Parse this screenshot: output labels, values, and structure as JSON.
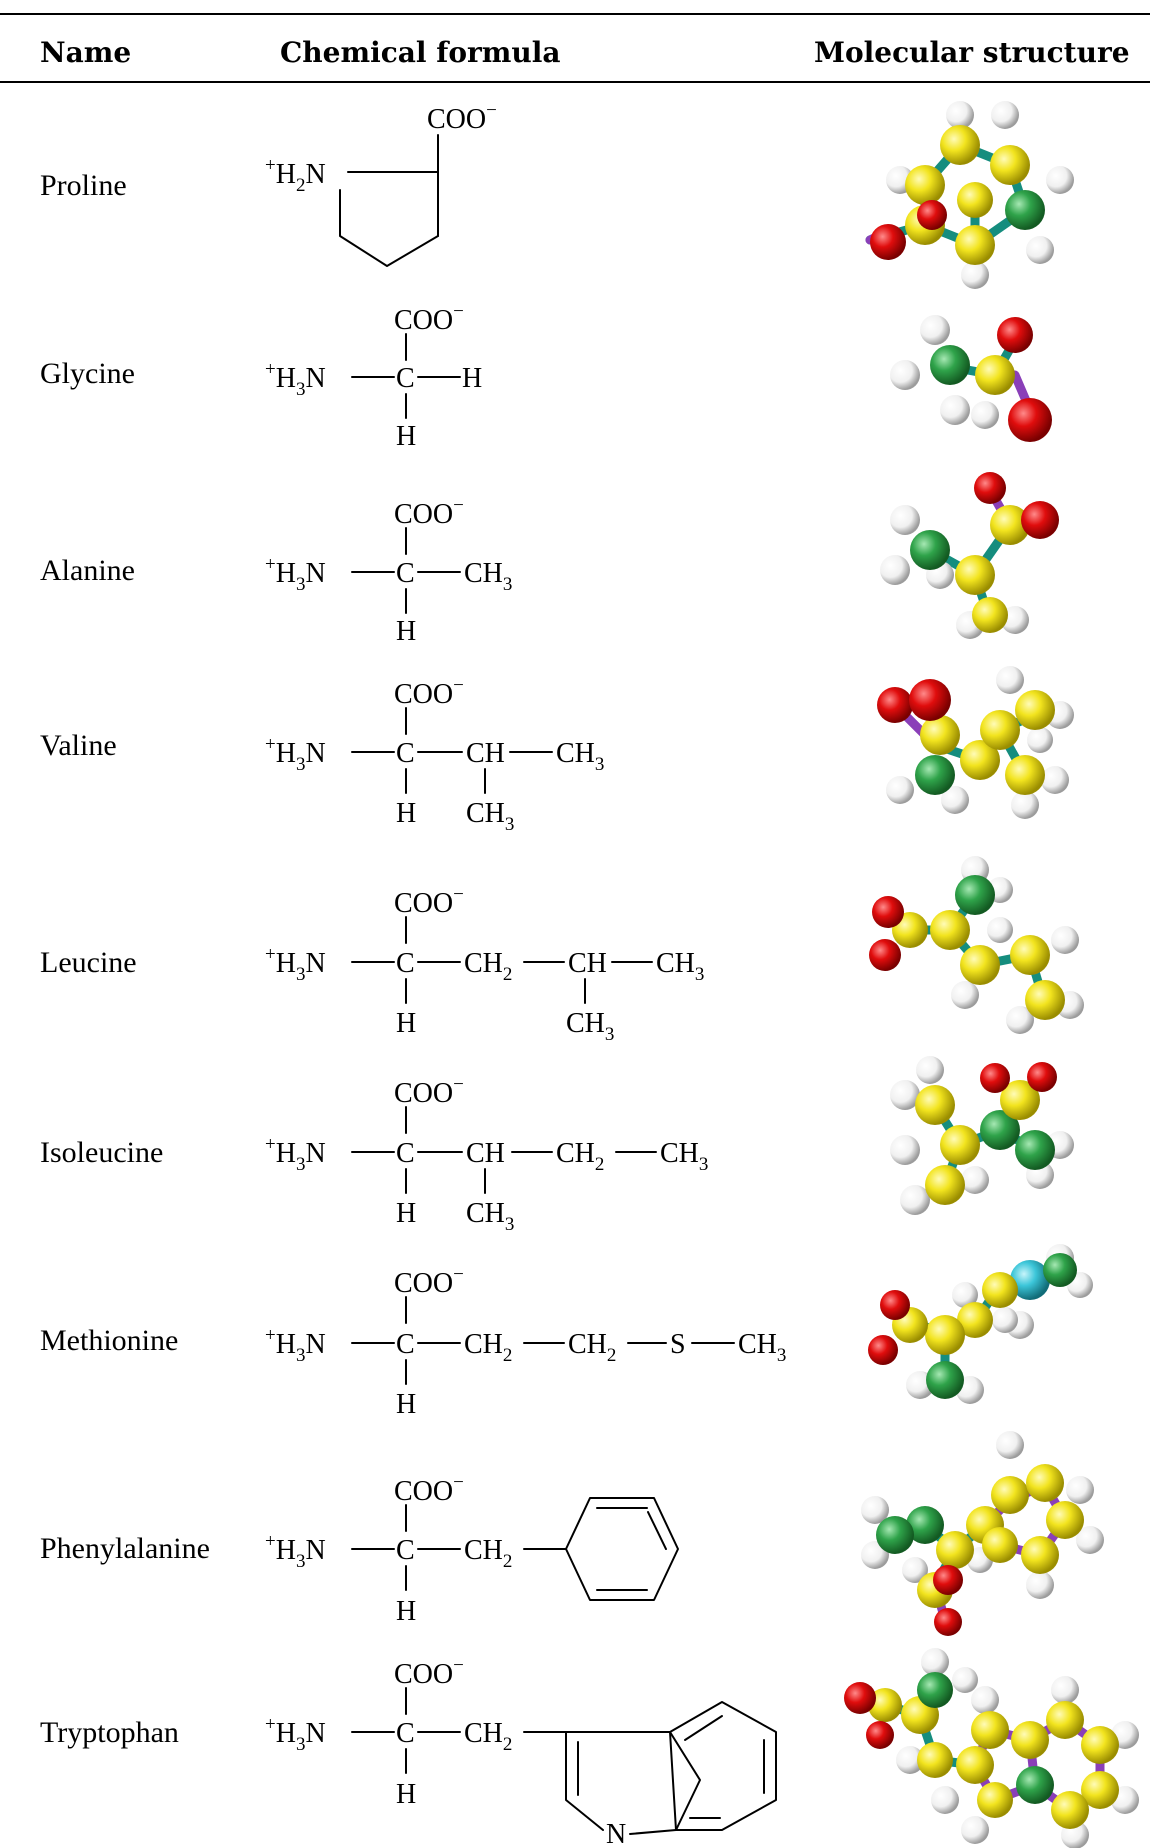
{
  "headers": {
    "name": "Name",
    "formula": "Chemical formula",
    "structure": "Molecular structure"
  },
  "colors": {
    "oxygen": "#e00d0d",
    "carbon_alpha": "#f2e41e",
    "carbon_side": "#2fa34a",
    "hydrogen": "#f4f4f4",
    "sulfur": "#3cc6d9",
    "bond": "#158d7e",
    "bond_ring": "#8a3fb8"
  },
  "rows": [
    {
      "name": "Proline",
      "coo": "COO",
      "charge": "−",
      "plus": "+",
      "nh": "H",
      "nh_sub": "2",
      "n": "N"
    },
    {
      "name": "Glycine",
      "coo": "COO",
      "charge": "−",
      "plus": "+",
      "nh": "H",
      "nh_sub": "3",
      "n": "N",
      "c": "C",
      "h_bottom": "H",
      "right": "H"
    },
    {
      "name": "Alanine",
      "coo": "COO",
      "charge": "−",
      "plus": "+",
      "nh": "H",
      "nh_sub": "3",
      "n": "N",
      "c": "C",
      "h_bottom": "H",
      "r1": "CH",
      "r1_sub": "3"
    },
    {
      "name": "Valine",
      "coo": "COO",
      "charge": "−",
      "plus": "+",
      "nh": "H",
      "nh_sub": "3",
      "n": "N",
      "c": "C",
      "h_bottom": "H",
      "r1": "CH",
      "r2": "CH",
      "r2_sub": "3",
      "b1": "CH",
      "b1_sub": "3"
    },
    {
      "name": "Leucine",
      "coo": "COO",
      "charge": "−",
      "plus": "+",
      "nh": "H",
      "nh_sub": "3",
      "n": "N",
      "c": "C",
      "h_bottom": "H",
      "r1": "CH",
      "r1_sub": "2",
      "r2": "CH",
      "r3": "CH",
      "r3_sub": "3",
      "b2": "CH",
      "b2_sub": "3"
    },
    {
      "name": "Isoleucine",
      "coo": "COO",
      "charge": "−",
      "plus": "+",
      "nh": "H",
      "nh_sub": "3",
      "n": "N",
      "c": "C",
      "h_bottom": "H",
      "r1": "CH",
      "r2": "CH",
      "r2_sub": "2",
      "r3": "CH",
      "r3_sub": "3",
      "b1": "CH",
      "b1_sub": "3"
    },
    {
      "name": "Methionine",
      "coo": "COO",
      "charge": "−",
      "plus": "+",
      "nh": "H",
      "nh_sub": "3",
      "n": "N",
      "c": "C",
      "h_bottom": "H",
      "r1": "CH",
      "r1_sub": "2",
      "r2": "CH",
      "r2_sub": "2",
      "s": "S",
      "r3": "CH",
      "r3_sub": "3"
    },
    {
      "name": "Phenylalanine",
      "coo": "COO",
      "charge": "−",
      "plus": "+",
      "nh": "H",
      "nh_sub": "3",
      "n": "N",
      "c": "C",
      "h_bottom": "H",
      "r1": "CH",
      "r1_sub": "2"
    },
    {
      "name": "Tryptophan",
      "coo": "COO",
      "charge": "−",
      "plus": "+",
      "nh": "H",
      "nh_sub": "3",
      "n": "N",
      "c": "C",
      "h_bottom": "H",
      "r1": "CH",
      "r1_sub": "2",
      "ring_n": "N"
    }
  ]
}
